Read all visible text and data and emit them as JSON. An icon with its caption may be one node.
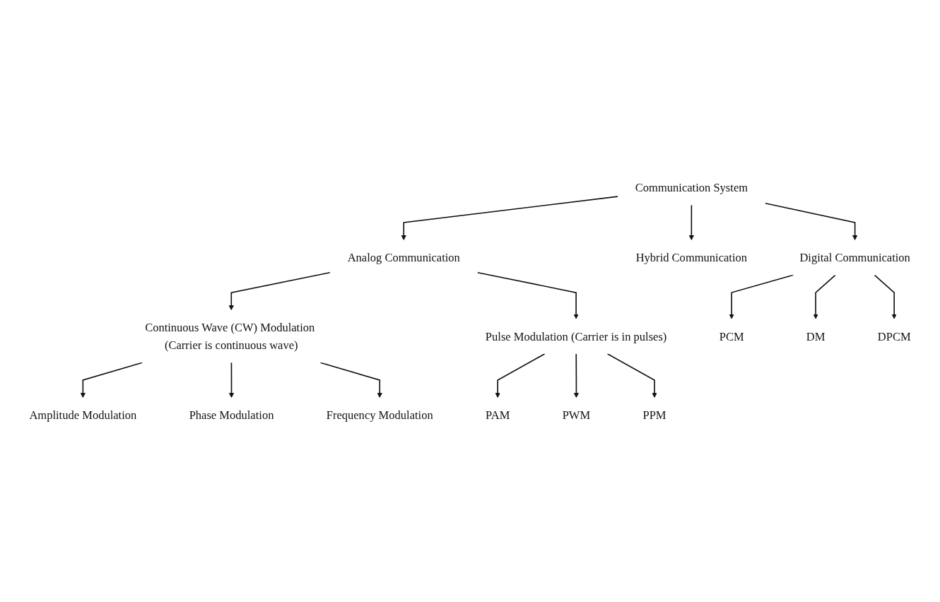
{
  "diagram": {
    "nodes": [
      {
        "text": [
          "Communication System"
        ]
      },
      {
        "text": [
          "Analog Communication"
        ]
      },
      {
        "text": [
          "Hybrid Communication"
        ]
      },
      {
        "text": [
          "Digital Communication"
        ]
      },
      {
        "text": [
          "Continuous Wave (CW) Modulation (Carrier is continuous wave)"
        ]
      },
      {
        "text": [
          "Pulse Modulation (Carrier is in pulses)"
        ]
      },
      {
        "text": [
          "Amplitude Modulation"
        ]
      },
      {
        "text": [
          "Phase Modulation"
        ]
      },
      {
        "text": [
          "Frequency Modulation"
        ]
      },
      {
        "text": [
          "PAM"
        ]
      },
      {
        "text": [
          "PWM"
        ]
      },
      {
        "text": [
          "PPM"
        ]
      },
      {
        "text": [
          "PCM"
        ]
      },
      {
        "text": [
          "DM"
        ]
      },
      {
        "text": [
          "DPCM"
        ]
      }
    ],
    "edges": [
      {
        "from": 0,
        "to": 1,
        "arrow": "to"
      },
      {
        "from": 0,
        "to": 2,
        "arrow": "to"
      },
      {
        "from": 0,
        "to": 3,
        "arrow": "to"
      },
      {
        "from": 1,
        "to": 4,
        "arrow": "to"
      },
      {
        "from": 1,
        "to": 5,
        "arrow": "to"
      },
      {
        "from": 3,
        "to": 12,
        "arrow": "to"
      },
      {
        "from": 3,
        "to": 13,
        "arrow": "to"
      },
      {
        "from": 3,
        "to": 14,
        "arrow": "to"
      },
      {
        "from": 4,
        "to": 6,
        "arrow": "to"
      },
      {
        "from": 4,
        "to": 7,
        "arrow": "to"
      },
      {
        "from": 4,
        "to": 8,
        "arrow": "to"
      },
      {
        "from": 5,
        "to": 9,
        "arrow": "to"
      },
      {
        "from": 5,
        "to": 10,
        "arrow": "to"
      },
      {
        "from": 5,
        "to": 11,
        "arrow": "to"
      }
    ]
  }
}
